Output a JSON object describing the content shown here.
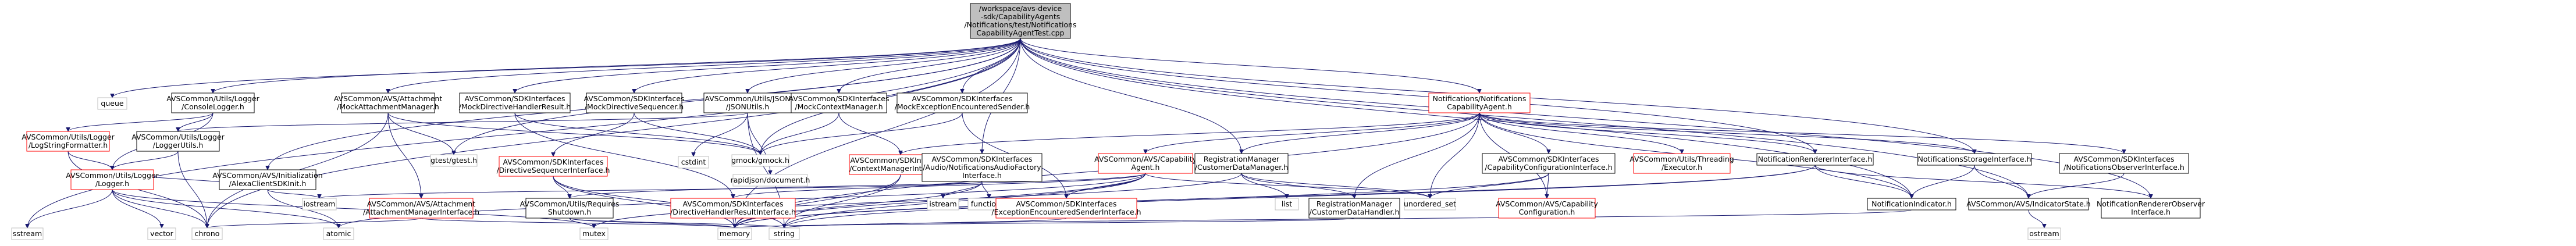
{
  "diagram": {
    "kind": "include-dependency-graph",
    "colors": {
      "root_fill": "#bfbfbf",
      "root_stroke": "#000000",
      "node_fill": "#ffffff",
      "node_stroke": "#000000",
      "highlight_stroke": "#ff0000",
      "system_stroke": "#bfbfbf",
      "edge": "#191970"
    },
    "nodes": [
      {
        "id": "root",
        "style": "root",
        "lines": [
          "/workspace/avs-device",
          "-sdk/CapabilityAgents",
          "/Notifications/test/Notifications",
          "CapabilityAgentTest.cpp"
        ]
      },
      {
        "id": "sstream",
        "style": "system",
        "lines": [
          "sstream"
        ]
      },
      {
        "id": "queue",
        "style": "system",
        "lines": [
          "queue"
        ]
      },
      {
        "id": "consolelogger",
        "style": "normal",
        "lines": [
          "AVSCommon/Utils/Logger",
          "/ConsoleLogger.h"
        ]
      },
      {
        "id": "logstringformatter",
        "style": "highlight",
        "lines": [
          "AVSCommon/Utils/Logger",
          "/LogStringFormatter.h"
        ]
      },
      {
        "id": "loggerutils",
        "style": "normal",
        "lines": [
          "AVSCommon/Utils/Logger",
          "/LoggerUtils.h"
        ]
      },
      {
        "id": "logger",
        "style": "highlight",
        "lines": [
          "AVSCommon/Utils/Logger",
          "/Logger.h"
        ]
      },
      {
        "id": "vector",
        "style": "system",
        "lines": [
          "vector"
        ]
      },
      {
        "id": "chrono",
        "style": "system",
        "lines": [
          "chrono"
        ]
      },
      {
        "id": "alexaclientsdkinit",
        "style": "normal",
        "lines": [
          "AVSCommon/AVS/Initialization",
          "/AlexaClientSDKInit.h"
        ]
      },
      {
        "id": "mockattachmentmanager",
        "style": "normal",
        "lines": [
          "AVSCommon/AVS/Attachment",
          "/MockAttachmentManager.h"
        ]
      },
      {
        "id": "attachmentmanagerinterface",
        "style": "highlight",
        "lines": [
          "AVSCommon/AVS/Attachment",
          "/AttachmentManagerInterface.h"
        ]
      },
      {
        "id": "atomic",
        "style": "system",
        "lines": [
          "atomic"
        ]
      },
      {
        "id": "iostream",
        "style": "system",
        "lines": [
          "iostream"
        ]
      },
      {
        "id": "gtest",
        "style": "system",
        "lines": [
          "gtest/gtest.h"
        ]
      },
      {
        "id": "mockdirectivehandlerresult",
        "style": "normal",
        "lines": [
          "AVSCommon/SDKInterfaces",
          "/MockDirectiveHandlerResult.h"
        ]
      },
      {
        "id": "directivesequencerinterface",
        "style": "highlight",
        "lines": [
          "AVSCommon/SDKInterfaces",
          "/DirectiveSequencerInterface.h"
        ]
      },
      {
        "id": "requiresshutdown",
        "style": "normal",
        "lines": [
          "AVSCommon/Utils/Requires",
          "Shutdown.h"
        ]
      },
      {
        "id": "mutex",
        "style": "system",
        "lines": [
          "mutex"
        ]
      },
      {
        "id": "mockdirectivesequencer",
        "style": "normal",
        "lines": [
          "AVSCommon/SDKInterfaces",
          "/MockDirectiveSequencer.h"
        ]
      },
      {
        "id": "gmock",
        "style": "system",
        "lines": [
          "gmock/gmock.h"
        ]
      },
      {
        "id": "jsonutils",
        "style": "normal",
        "lines": [
          "AVSCommon/Utils/JSON",
          "/JSONUtils.h"
        ]
      },
      {
        "id": "cstdint",
        "style": "system",
        "lines": [
          "cstdint"
        ]
      },
      {
        "id": "rapidjson",
        "style": "system",
        "lines": [
          "rapidjson/document.h"
        ]
      },
      {
        "id": "mockcontextmanager",
        "style": "normal",
        "lines": [
          "AVSCommon/SDKInterfaces",
          "/MockContextManager.h"
        ]
      },
      {
        "id": "contextmanagerinterface",
        "style": "highlight",
        "lines": [
          "AVSCommon/SDKInterfaces",
          "/ContextManagerInterface.h"
        ]
      },
      {
        "id": "directivehandlerresultinterface",
        "style": "highlight",
        "lines": [
          "AVSCommon/SDKInterfaces",
          "/DirectiveHandlerResultInterface.h"
        ]
      },
      {
        "id": "memory",
        "style": "system",
        "lines": [
          "memory"
        ]
      },
      {
        "id": "mockexceptionsender",
        "style": "normal",
        "lines": [
          "AVSCommon/SDKInterfaces",
          "/MockExceptionEncounteredSender.h"
        ]
      },
      {
        "id": "audiofactory",
        "style": "normal",
        "lines": [
          "AVSCommon/SDKInterfaces",
          "/Audio/NotificationsAudioFactory",
          "Interface.h"
        ]
      },
      {
        "id": "istream",
        "style": "system",
        "lines": [
          "istream"
        ]
      },
      {
        "id": "functional",
        "style": "system",
        "lines": [
          "functional"
        ]
      },
      {
        "id": "exceptionsenderinterface",
        "style": "highlight",
        "lines": [
          "AVSCommon/SDKInterfaces",
          "/ExceptionEncounteredSenderInterface.h"
        ]
      },
      {
        "id": "string",
        "style": "system",
        "lines": [
          "string"
        ]
      },
      {
        "id": "capabilityagent",
        "style": "highlight",
        "lines": [
          "AVSCommon/AVS/Capability",
          "Agent.h"
        ]
      },
      {
        "id": "customerdatamanager",
        "style": "normal",
        "lines": [
          "RegistrationManager",
          "/CustomerDataManager.h"
        ]
      },
      {
        "id": "list",
        "style": "system",
        "lines": [
          "list"
        ]
      },
      {
        "id": "customerdatahandler",
        "style": "normal",
        "lines": [
          "RegistrationManager",
          "/CustomerDataHandler.h"
        ]
      },
      {
        "id": "notificationscapabilityagent",
        "style": "highlight",
        "lines": [
          "Notifications/Notifications",
          "CapabilityAgent.h"
        ]
      },
      {
        "id": "capabilityconfigurationinterface",
        "style": "normal",
        "lines": [
          "AVSCommon/SDKInterfaces",
          "/CapabilityConfigurationInterface.h"
        ]
      },
      {
        "id": "unordered_set",
        "style": "system",
        "lines": [
          "unordered_set"
        ]
      },
      {
        "id": "avscapabilityconfiguration",
        "style": "highlight",
        "lines": [
          "AVSCommon/AVS/Capability",
          "Configuration.h"
        ]
      },
      {
        "id": "executor",
        "style": "highlight",
        "lines": [
          "AVSCommon/Utils/Threading",
          "/Executor.h"
        ]
      },
      {
        "id": "notificationrendererinterface",
        "style": "normal",
        "lines": [
          "NotificationRendererInterface.h"
        ]
      },
      {
        "id": "notificationindicator",
        "style": "normal",
        "lines": [
          "NotificationIndicator.h"
        ]
      },
      {
        "id": "notificationsstorageinterface",
        "style": "normal",
        "lines": [
          "NotificationsStorageInterface.h"
        ]
      },
      {
        "id": "notificationsobserverinterface",
        "style": "normal",
        "lines": [
          "AVSCommon/SDKInterfaces",
          "/NotificationsObserverInterface.h"
        ]
      },
      {
        "id": "indicatorstate",
        "style": "normal",
        "lines": [
          "AVSCommon/AVS/IndicatorState.h"
        ]
      },
      {
        "id": "ostream",
        "style": "system",
        "lines": [
          "ostream"
        ]
      },
      {
        "id": "notificationrendererobserver",
        "style": "normal",
        "lines": [
          "NotificationRendererObserver",
          "Interface.h"
        ]
      }
    ]
  }
}
